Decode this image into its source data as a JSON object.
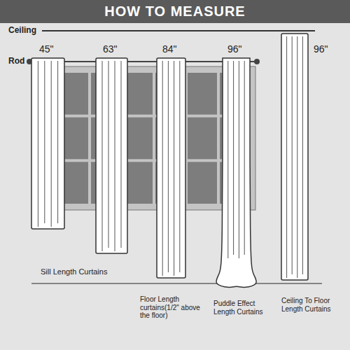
{
  "diagram": {
    "title": "HOW TO MEASURE",
    "labels": [
      "Ceiling",
      "Rod",
      "45\"",
      "63\"",
      "84\"",
      "96\"",
      "96\"",
      "Sill Length Curtains",
      "Floor Length curtains(1/2\" above the floor)",
      "Puddle Effect Length Curtains",
      "Ceiling To Floor Length Curtains"
    ]
  }
}
